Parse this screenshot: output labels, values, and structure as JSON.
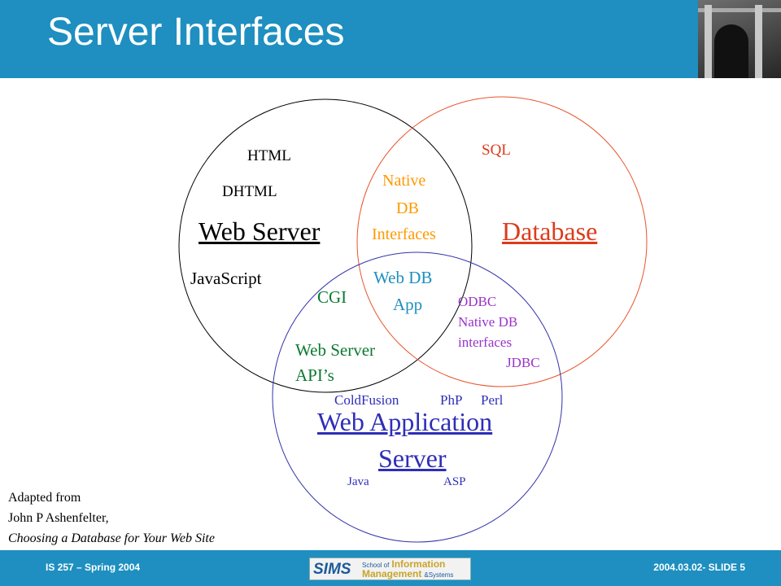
{
  "slide": {
    "title": "Server Interfaces"
  },
  "diagram": {
    "colors": {
      "web_server_circle": "#000000",
      "database_circle": "#e8542c",
      "app_server_circle": "#3333aa"
    },
    "web_server": {
      "title": "Web Server",
      "items": [
        "HTML",
        "DHTML",
        "JavaScript"
      ]
    },
    "database": {
      "title": "Database",
      "items": [
        "SQL"
      ]
    },
    "web_application_server": {
      "title_line1": "Web Application",
      "title_line2": "Server",
      "items": [
        "ColdFusion",
        "PhP",
        "Perl",
        "Java",
        "ASP"
      ]
    },
    "web_db_overlap": {
      "line1": "Native",
      "line2": "DB",
      "line3": "Interfaces"
    },
    "web_app_overlap": {
      "cgi": "CGI",
      "api_line1": "Web Server",
      "api_line2": "API’s"
    },
    "db_app_overlap": {
      "line1": "ODBC",
      "line2": "Native DB",
      "line3": "interfaces",
      "line4": "JDBC"
    },
    "center": {
      "line1": "Web DB",
      "line2": "App"
    }
  },
  "attribution": {
    "line1": "Adapted from",
    "line2": "John P Ashenfelter,",
    "line3": "Choosing a Database for Your Web Site"
  },
  "footer": {
    "left": "IS 257 – Spring 2004",
    "right": "2004.03.02- SLIDE 5",
    "logo": {
      "sims": "SIMS",
      "school_of": "School of",
      "information": "Information",
      "management": "Management",
      "and_systems": "&Systems"
    }
  }
}
